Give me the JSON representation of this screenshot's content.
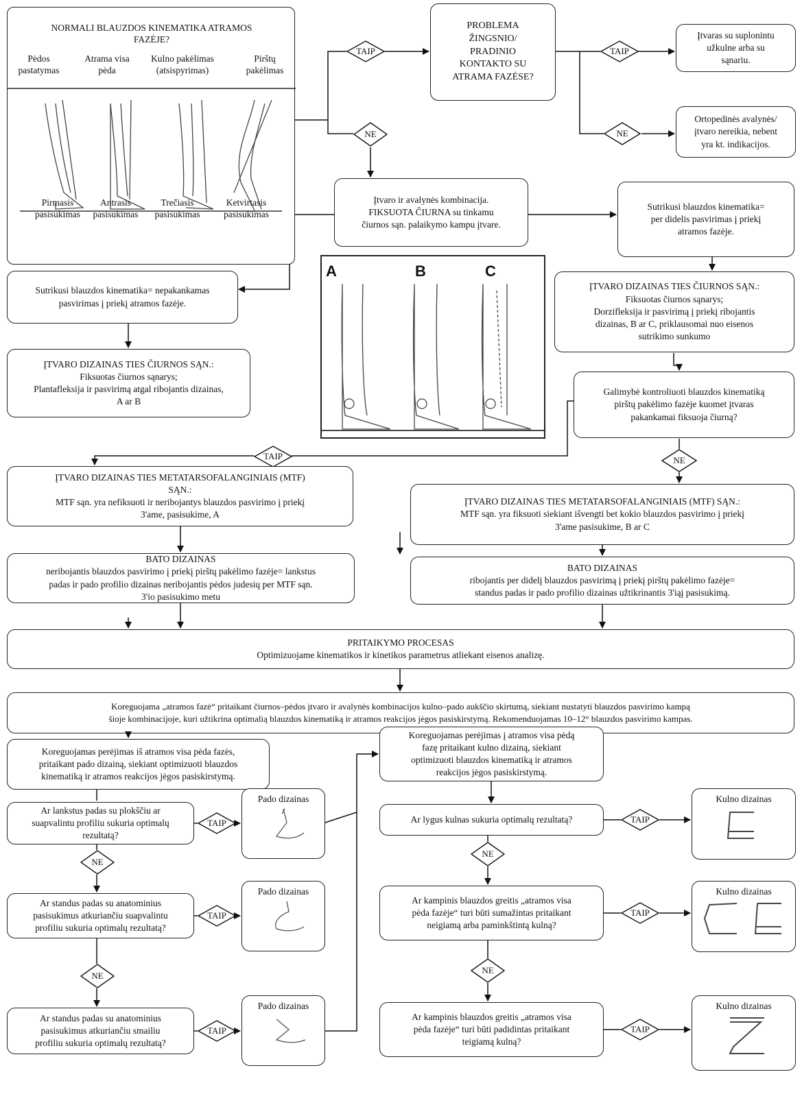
{
  "normal_panel": {
    "title_line1": "NORMALI BLAUZDOS KINEMATIKA ATRAMOS",
    "title_line2": "FAZĖJE?",
    "phases": [
      {
        "line1": "Pėdos",
        "line2": "pastatymas"
      },
      {
        "line1": "Atrama visa",
        "line2": "pėda"
      },
      {
        "line1": "Kulno pakėlimas",
        "line2": "(atsispyrimas)"
      },
      {
        "line1": "Pirštų",
        "line2": "pakėlimas"
      }
    ],
    "rockers": [
      {
        "line1": "Pirmasis",
        "line2": "pasisukimas"
      },
      {
        "line1": "Antrasis",
        "line2": "pasisukimas"
      },
      {
        "line1": "Trečiasis",
        "line2": "pasisukimas"
      },
      {
        "line1": "Ketvirtasis",
        "line2": "pasisukimas"
      }
    ]
  },
  "decisions": {
    "yes": "TAIP",
    "no": "NE"
  },
  "problem_box": {
    "line1": "PROBLEMA",
    "line2": "ŽINGSNIO/",
    "line3": "PRADINIO",
    "line4": "KONTAKTO SU",
    "line5": "ATRAMA FAZĖSE?"
  },
  "orthosis_heel_box": {
    "line1": "Įtvaras su suplonintu",
    "line2": "užkulne arba su",
    "line3": "sąnariu."
  },
  "no_orthosis_box": {
    "line1": "Ortopedinės avalynės/",
    "line2": "įtvaro nereikia, nebent",
    "line3": "yra kt. indikacijos."
  },
  "combination_box": {
    "line1": "Įtvaro ir avalynės kombinacija.",
    "line2": "FIKSUOTA ČIURNA su tinkamu",
    "line3": "čiurnos sąn. palaikymo kampu įtvare."
  },
  "excess_incline_box": {
    "line1": "Sutrikusi blauzdos kinematika=",
    "line2": "per didelis pasvirimas į priekį",
    "line3": "atramos fazėje."
  },
  "insufficient_incline_box": {
    "line1": "Sutrikusi blauzdos kinematika= nepakankamas",
    "line2": "pasvirimas į priekį atramos fazėje."
  },
  "ankle_design_left": {
    "line1": "ĮTVARO DIZAINAS TIES ČIURNOS SĄN.:",
    "line2": "Fiksuotas čiurnos sąnarys;",
    "line3": "Plantafleksija ir pasvirimą atgal ribojantis dizainas,",
    "line4": "A ar B"
  },
  "ankle_design_right": {
    "line1": "ĮTVARO DIZAINAS TIES ČIURNOS SĄN.:",
    "line2": "Fiksuotas čiurnos sąnarys;",
    "line3": "Dorzifleksija ir pasvirimą į priekį ribojantis",
    "line4": "dizainas, B ar C, priklausomai nuo eisenos",
    "line5": "sutrikimo sunkumo"
  },
  "orthosis_figure": {
    "labels": [
      "A",
      "B",
      "C"
    ]
  },
  "control_box": {
    "line1": "Galimybė kontroliuoti blauzdos kinematiką",
    "line2": "pirštų pakėlimo fazėje kuomet įtvaras",
    "line3": "pakankamai fiksuoja čiurną?"
  },
  "mtf_left": {
    "line1": "ĮTVARO DIZAINAS TIES METATARSOFALANGINIAIS (MTF)",
    "line2": "SĄN.:",
    "line3": "MTF sąn. yra nefiksuoti ir neribojantys blauzdos pasvirimo į priekį",
    "line4": "3'ame, pasisukime, A"
  },
  "mtf_right": {
    "line1": "ĮTVARO DIZAINAS TIES METATARSOFALANGINIAIS (MTF) SĄN.:",
    "line2": "MTF sąn. yra fiksuoti siekiant išvengti bet kokio blauzdos pasvirimo į priekį",
    "line3": "3'ame pasisukime, B ar C"
  },
  "shoe_left": {
    "line1": "BATO DIZAINAS",
    "line2": "neribojantis blauzdos pasvirimo į priekį pirštų pakėlimo fazėje= lankstus",
    "line3": "padas ir pado profilio dizainas neribojantis pėdos judesių per MTF sąn.",
    "line4": "3'io pasisukimo metu"
  },
  "shoe_right": {
    "line1": "BATO DIZAINAS",
    "line2": "ribojantis per didelį blauzdos pasvirimą į priekį pirštų pakėlimo fazėje=",
    "line3": "standus padas ir pado profilio dizainas užtikrinantis 3'iąį pasisukimą."
  },
  "fitting_box": {
    "line1": "PRITAIKYMO PROCESAS",
    "line2": "Optimizuojame kinematikos ir kinetikos parametrus atliekant eisenos analizę."
  },
  "stance_adjust_box": {
    "line1": "Koreguojama „atramos fazė“ pritaikant čiurnos–pėdos įtvaro ir avalynės kombinacijos kulno–pado aukščio skirtumą, siekiant nustatyti blauzdos pasvirimo kampą",
    "line2": "šioje kombinacijoje, kuri užtikrina optimalią blauzdos kinematiką ir atramos reakcijos jėgos pasiskirstymą. Rekomenduojamas 10–12° blauzdos pasvirimo kampas."
  },
  "transition_from_box": {
    "line1": "Koreguojamas perėjimas iš atramos visa pėda fazės,",
    "line2": "pritaikant pado dizainą, siekiant optimizuoti blauzdos",
    "line3": "kinematiką ir atramos reakcijos jėgos pasiskirstymą."
  },
  "transition_to_box": {
    "line1": "Koreguojamas perėjimas į atramos visa pėdą",
    "line2": "fazę pritaikant kulno dizainą, siekiant",
    "line3": "optimizuoti blauzdos kinematiką ir atramos",
    "line4": "reakcijos jėgos pasiskirstymą."
  },
  "sole_q1": {
    "line1": "Ar lankstus padas su plokščiu ar",
    "line2": "suapvalintu profiliu sukuria optimalų",
    "line3": "rezultatą?"
  },
  "sole_q2": {
    "line1": "Ar standus padas su anatominius",
    "line2": "pasisukimus atkuriančiu suapvalintu",
    "line3": "profiliu sukuria optimalų rezultatą?"
  },
  "sole_q3": {
    "line1": "Ar standus padas su anatominius",
    "line2": "pasisukimus atkuriančiu smailiu",
    "line3": "profiliu sukuria optimalų rezultatą?"
  },
  "sole_design_title": "Pado dizainas",
  "heel_q1": {
    "line1": "Ar lygus kulnas  sukuria optimalų rezultatą?"
  },
  "heel_q2": {
    "line1": "Ar kampinis blauzdos greitis „atramos visa",
    "line2": "pėda fazėje“ turi būti sumažintas pritaikant",
    "line3": "neigiamą arba paminkštintą kulną?"
  },
  "heel_q3": {
    "line1": "Ar kampinis blauzdos greitis „atramos visa",
    "line2": "pėda fazėje“ turi būti padidintas pritaikant",
    "line3": "teigiamą kulną?"
  },
  "heel_design_title": "Kulno dizainas"
}
